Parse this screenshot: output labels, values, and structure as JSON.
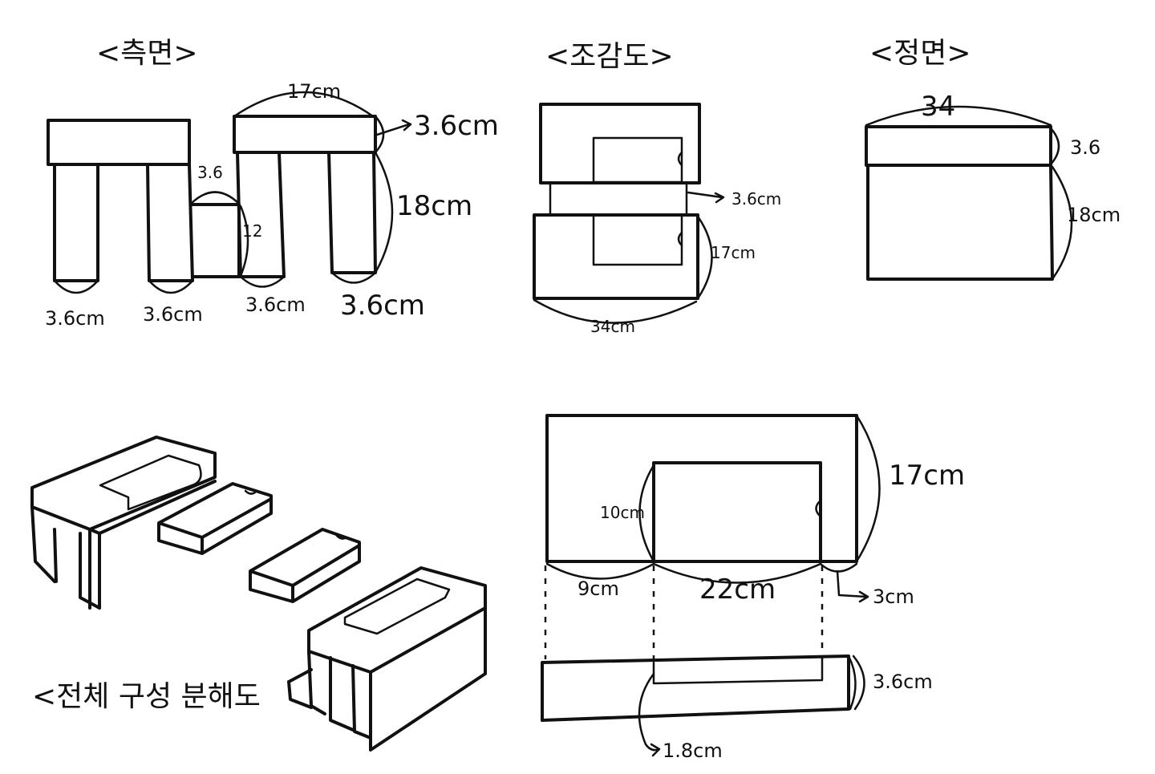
{
  "views": {
    "side": {
      "title": "<측면>",
      "top_width": "17cm",
      "top_thickness": "3.6cm",
      "leg_height": "18cm",
      "gap_height": "12",
      "gap_width": "3.6",
      "legs": [
        "3.6cm",
        "3.6cm",
        "3.6cm",
        "3.6cm"
      ]
    },
    "plan": {
      "title": "<조감도>",
      "gap": "3.6cm",
      "depth": "17cm",
      "width": "34cm"
    },
    "front": {
      "title": "<정면>",
      "width": "34",
      "thickness": "3.6",
      "height": "18cm"
    },
    "exploded": {
      "title": "<전체 구성 분해도"
    },
    "detail": {
      "depth": "17cm",
      "slot_depth": "10cm",
      "offset": "9cm",
      "slot_width": "22cm",
      "notch": "3cm",
      "board_thickness": "3.6cm",
      "groove_depth": "1.8cm"
    }
  }
}
